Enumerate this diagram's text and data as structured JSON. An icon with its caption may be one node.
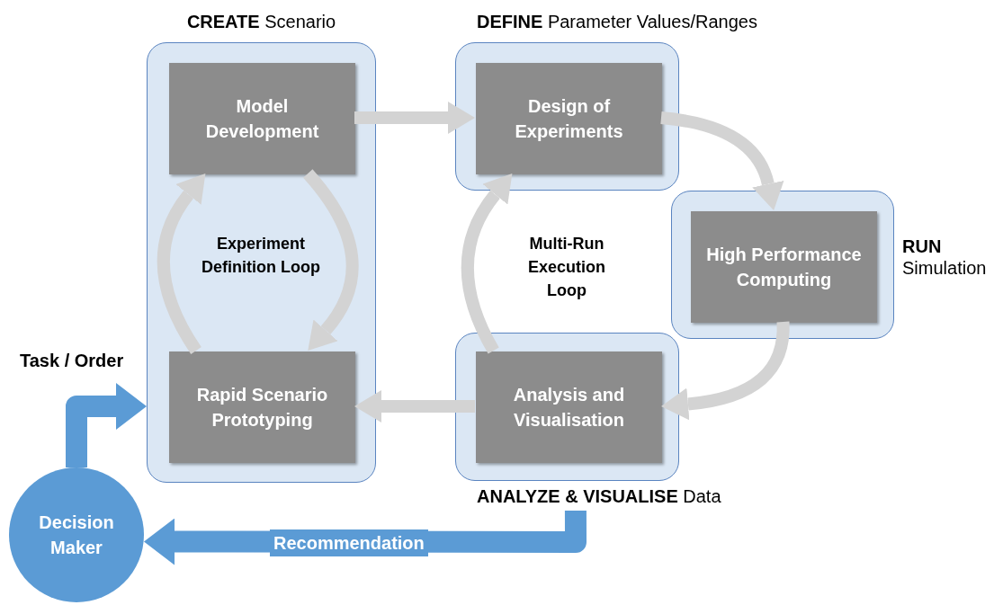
{
  "diagram": {
    "nodes": [
      {
        "text": [
          "**CREATE** Scenario"
        ]
      },
      {
        "text": [
          "Model Development"
        ],
        "in": 0
      },
      {
        "text": [
          "Rapid Scenario Prototyping"
        ],
        "in": 0
      },
      {
        "text": [
          "**DEFINE** Parameter Values/Ranges"
        ]
      },
      {
        "text": [
          "Design of Experiments"
        ],
        "in": 3
      },
      {
        "text": [
          "**RUN** Simulation"
        ]
      },
      {
        "text": [
          "High Performance Computing"
        ],
        "in": 5
      },
      {
        "text": [
          "**ANALYZE & VISUALISE** Data"
        ]
      },
      {
        "text": [
          "Analysis and Visualisation"
        ],
        "in": 7
      },
      {
        "text": [
          "Decision Maker"
        ]
      }
    ],
    "edges": [
      {
        "from": 1,
        "to": 4,
        "arrow": "to"
      },
      {
        "from": 4,
        "to": 6,
        "arrow": "to"
      },
      {
        "from": 6,
        "to": 8,
        "arrow": "to"
      },
      {
        "from": 8,
        "to": 2,
        "arrow": "to"
      },
      {
        "from": 1,
        "to": 2,
        "arrow": "to"
      },
      {
        "from": 2,
        "to": 1,
        "arrow": "to"
      },
      {
        "from": 8,
        "to": 4,
        "arrow": "to"
      },
      {
        "from": 9,
        "to": 0,
        "arrow": "to",
        "label": "Task / Order",
        "color": "#5b9bd5"
      },
      {
        "from": 7,
        "to": 9,
        "arrow": "to",
        "label": "Recommendation",
        "color": "#5b9bd5"
      }
    ],
    "labels": [
      "Experiment Definition Loop",
      "Multi-Run Execution Loop"
    ]
  }
}
